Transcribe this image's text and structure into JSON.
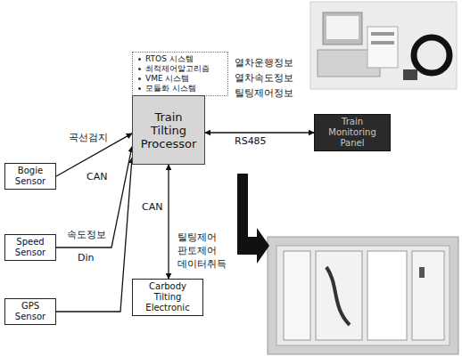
{
  "diagram": {
    "nodes": [
      {
        "text": [
          "RTOS 시스템",
          "최적제어알고리즘",
          "VME 시스템",
          "모듈화 시스템"
        ]
      },
      {
        "text": [
          "Train Tilting Processor"
        ]
      },
      {
        "text": [
          "Train Monitoring Panel"
        ]
      },
      {
        "text": [
          "Bogie Sensor"
        ]
      },
      {
        "text": [
          "Speed Sensor"
        ]
      },
      {
        "text": [
          "GPS Sensor"
        ]
      },
      {
        "text": [
          "Carbody Tilting Electronic"
        ]
      }
    ],
    "edges": [
      {
        "from": 3,
        "to": 1,
        "arrow": "to",
        "label": "곡선검지"
      },
      {
        "from": 4,
        "to": 1,
        "arrow": "to",
        "label": "속도정보"
      },
      {
        "from": 5,
        "to": 1,
        "arrow": "to"
      },
      {
        "from": 1,
        "to": 2,
        "arrow": "both",
        "label": "RS485"
      },
      {
        "from": 1,
        "to": 6,
        "arrow": "both",
        "label": "CAN"
      }
    ],
    "labels": [
      "CAN",
      "Din",
      "열차운행정보",
      "열차속도정보",
      "틸팅제어정보",
      "틸팅제어",
      "판토제어",
      "데이터취득"
    ]
  }
}
